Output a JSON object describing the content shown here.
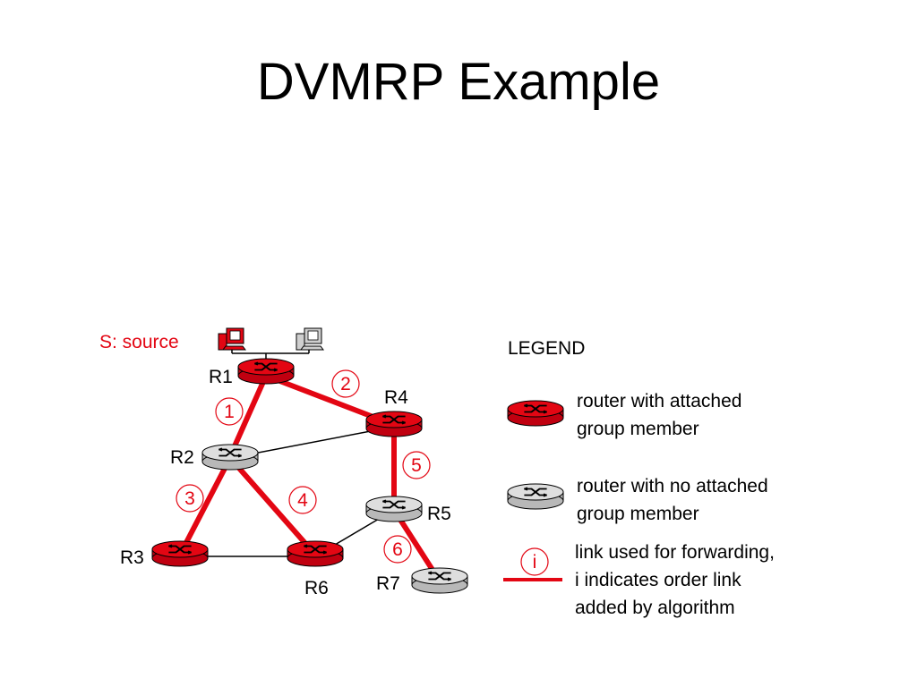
{
  "title": "DVMRP Example",
  "source_label": "S: source",
  "routers": {
    "r1": "R1",
    "r2": "R2",
    "r3": "R3",
    "r4": "R4",
    "r5": "R5",
    "r6": "R6",
    "r7": "R7"
  },
  "forwarding_order": [
    "1",
    "2",
    "3",
    "4",
    "5",
    "6"
  ],
  "legend": {
    "title": "LEGEND",
    "member_router_line1": "router with attached",
    "member_router_line2": "group member",
    "nonmember_router_line1": "router with no attached",
    "nonmember_router_line2": "group member",
    "forward_link_symbol": "i",
    "forward_link_line1": "link used for forwarding,",
    "forward_link_line2": "i indicates order link",
    "forward_link_line3": "added by algorithm"
  },
  "colors": {
    "member": "#e30613",
    "nonmember": "#d4d4d4",
    "forward_link": "#e30613",
    "plain_link": "#000000"
  }
}
